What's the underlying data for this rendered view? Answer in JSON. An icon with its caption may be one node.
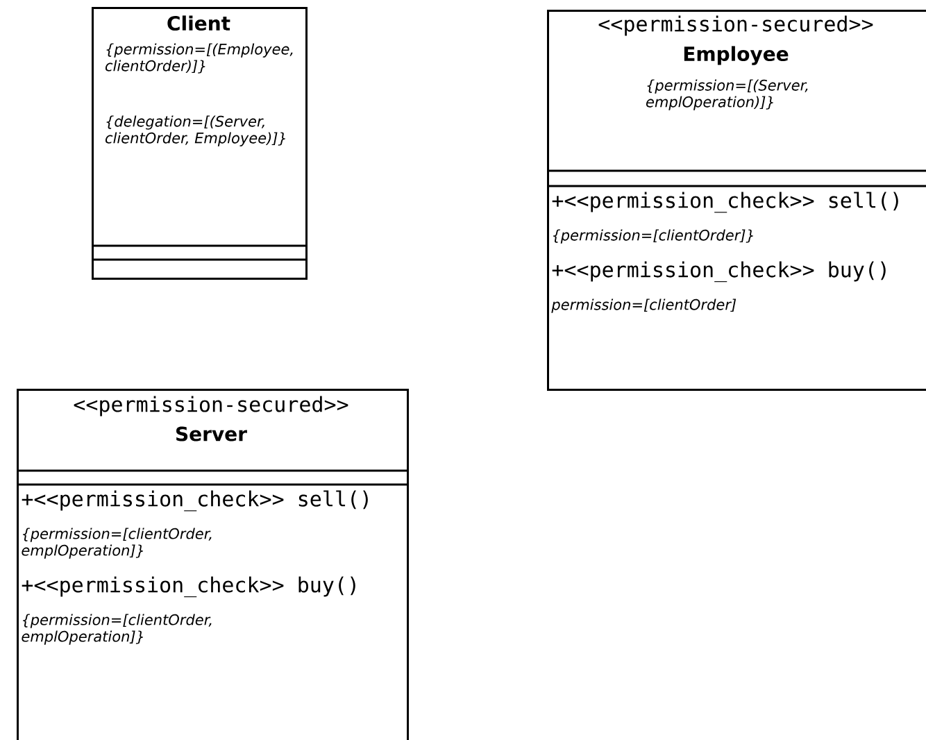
{
  "diagram": {
    "nodes": [
      {
        "text": [
          "Client",
          "{permission=[(Employee, clientOrder)]}",
          "{delegation=[(Server, clientOrder, Employee)]}"
        ]
      },
      {
        "text": [
          "<<permission-secured>>",
          "Employee",
          "{permission=[(Server, emplOperation)]}",
          "+<<permission_check>> sell()",
          "{permission=[clientOrder]}",
          "+<<permission_check>> buy()",
          "permission=[clientOrder]"
        ]
      },
      {
        "text": [
          "<<permission-secured>>",
          "Server",
          "+<<permission_check>> sell()",
          "{permission=[clientOrder, emplOperation]}",
          "+<<permission_check>> buy()",
          "{permission=[clientOrder, emplOperation]}"
        ]
      }
    ]
  }
}
